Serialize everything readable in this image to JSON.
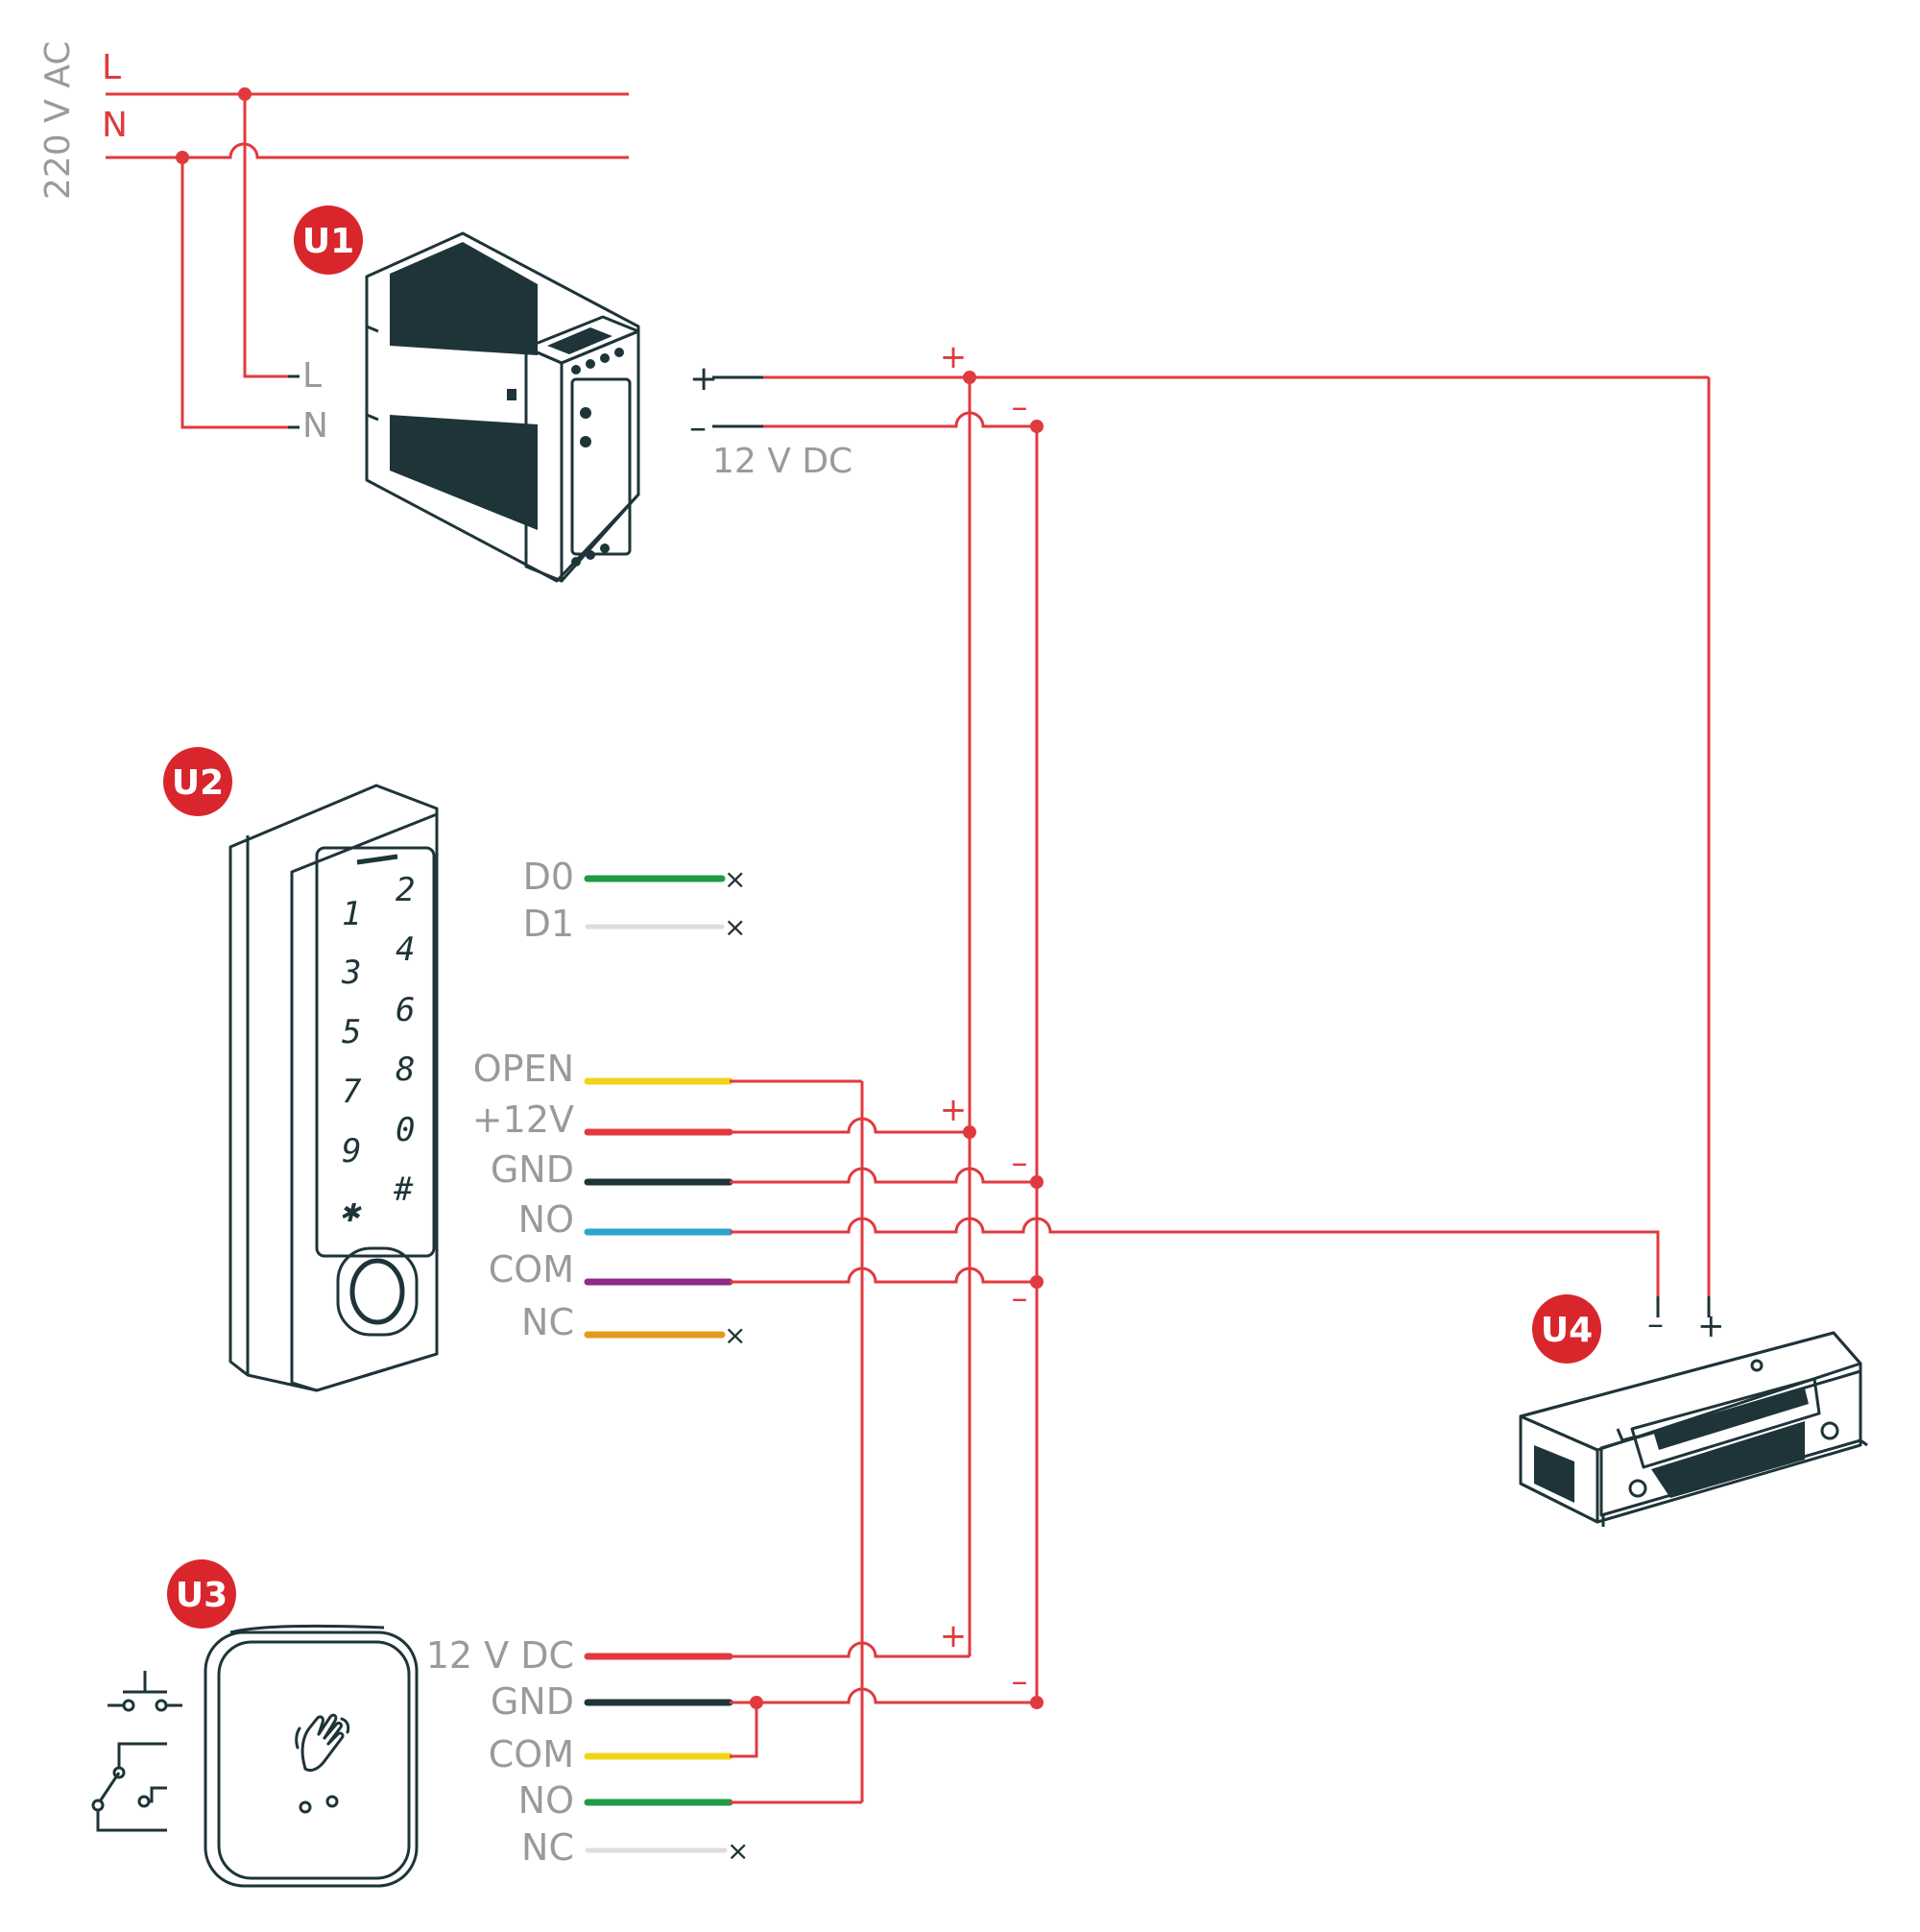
{
  "supply": {
    "voltage_label": "220 V AC",
    "line_label": "L",
    "neutral_label": "N"
  },
  "badges": {
    "u1": "U1",
    "u2": "U2",
    "u3": "U3",
    "u4": "U4"
  },
  "u1": {
    "in_l": "L",
    "in_n": "N",
    "out_plus": "+",
    "out_minus": "–",
    "output_label": "12  V DC"
  },
  "u2": {
    "keys": [
      "1",
      "2",
      "3",
      "4",
      "5",
      "6",
      "7",
      "8",
      "9",
      "0",
      "✱",
      "#"
    ],
    "pins": [
      {
        "label": "D0",
        "wire_color": "#1f9a45",
        "terminated": true
      },
      {
        "label": "D1",
        "wire_color": "#eeeeee",
        "terminated": true
      },
      {
        "label": "OPEN",
        "wire_color": "#f2d31b",
        "terminated": false
      },
      {
        "label": "+12V",
        "wire_color": "#e03a3e",
        "terminated": false
      },
      {
        "label": "GND",
        "wire_color": "#1e3438",
        "terminated": false
      },
      {
        "label": "NO",
        "wire_color": "#2aa3d0",
        "terminated": false
      },
      {
        "label": "COM",
        "wire_color": "#8e2a8a",
        "terminated": false
      },
      {
        "label": "NC",
        "wire_color": "#e49a1b",
        "terminated": true
      }
    ]
  },
  "u3": {
    "pins": [
      {
        "label": "12 V DC",
        "wire_color": "#e03a3e",
        "terminated": false
      },
      {
        "label": "GND",
        "wire_color": "#1e3438",
        "terminated": false
      },
      {
        "label": "COM",
        "wire_color": "#f2d31b",
        "terminated": false
      },
      {
        "label": "NO",
        "wire_color": "#1f9a45",
        "terminated": false
      },
      {
        "label": "NC",
        "wire_color": "#eeeeee",
        "terminated": true
      }
    ]
  },
  "u4": {
    "minus": "–",
    "plus": "+"
  },
  "signs": {
    "plus": "+",
    "minus": "–"
  },
  "colors": {
    "wire": "#e03a3e",
    "device_outline": "#1e3438",
    "label_gray": "#9a9a9a",
    "badge": "#d9262c"
  }
}
